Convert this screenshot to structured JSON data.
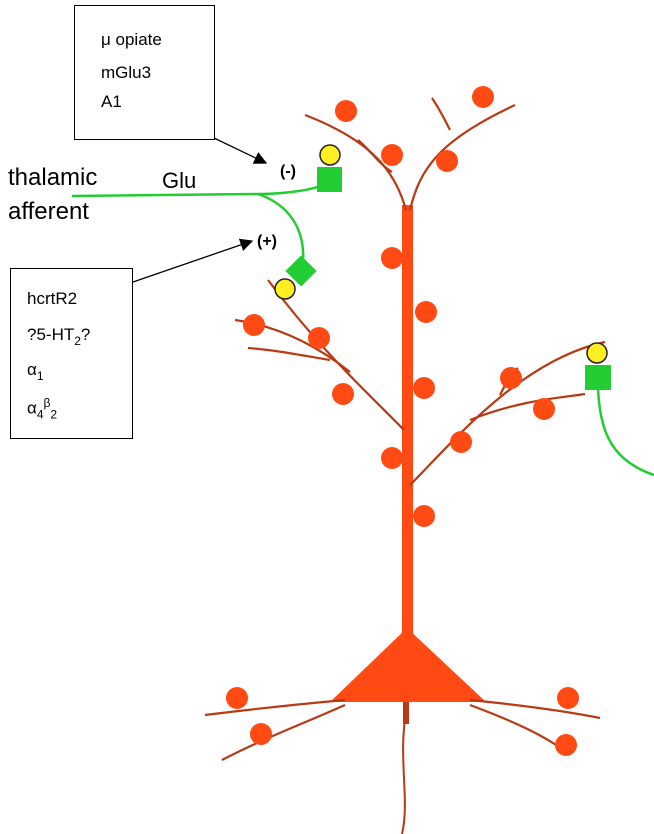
{
  "inhibitory_box": {
    "line1": "μ opiate",
    "line2": "mGlu3",
    "line3": "A1"
  },
  "excitatory_box": {
    "line1": "hcrtR2",
    "line2_pre": "?5-HT",
    "line2_sub": "2",
    "line2_post": "?",
    "line3_greek": "α",
    "line3_sub": "1",
    "line4_greek_a": "α",
    "line4_sub_a": "4",
    "line4_greek_b": "β",
    "line4_sub_b": "2"
  },
  "labels": {
    "thalamic": "thalamic",
    "afferent": "afferent",
    "glu": "Glu",
    "minus": "(-)",
    "plus": "(+)"
  },
  "colors": {
    "dendrite": "#b83a14",
    "neuron_fill": "#ff4a14",
    "spine": "#ff4a14",
    "axon": "#22cc33",
    "terminal": "#22cc33",
    "receptor": "#ffee22"
  }
}
